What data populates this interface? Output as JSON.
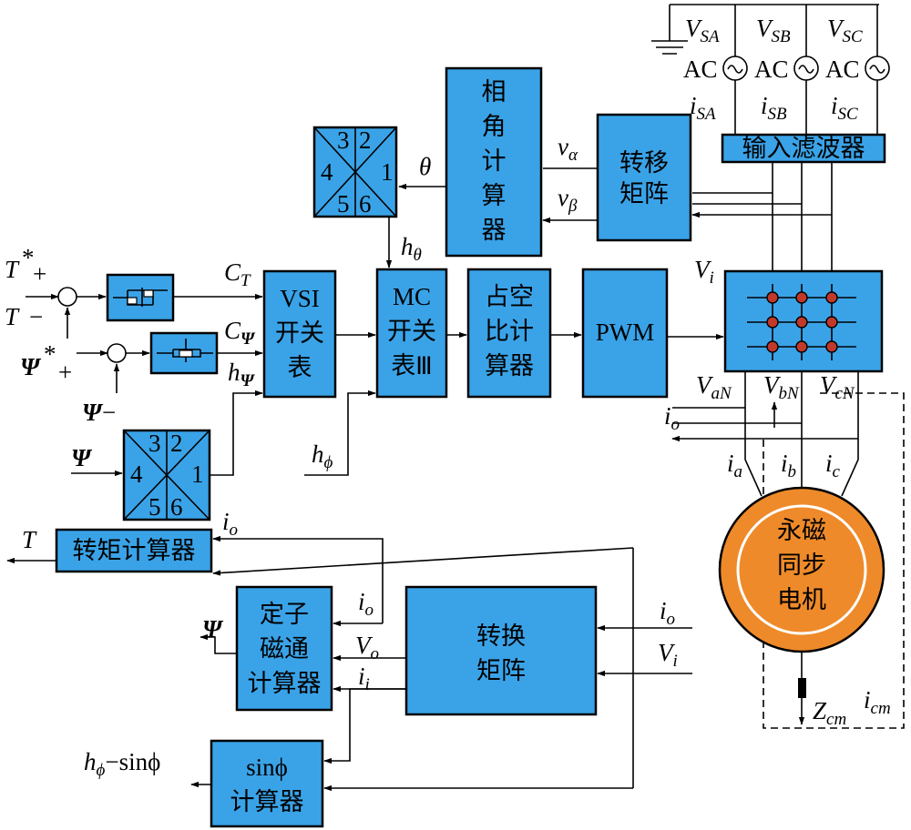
{
  "blocks": {
    "phase_calc": [
      "相",
      "角",
      "计",
      "算",
      "器"
    ],
    "transfer_matrix": [
      "转移",
      "矩阵"
    ],
    "input_filter": "输入滤波器",
    "vsi_switch_table": [
      "VSI",
      "开关",
      "表"
    ],
    "mc_switch_table": [
      "MC",
      "开关",
      "表Ⅲ"
    ],
    "duty_calc": [
      "占空",
      "比计",
      "算器"
    ],
    "pwm": "PWM",
    "torque_calc": "转矩计算器",
    "flux_calc": [
      "定子",
      "磁通",
      "计算器"
    ],
    "conversion_matrix": [
      "转换",
      "矩阵"
    ],
    "sin_calc": [
      "sinϕ",
      "计算器"
    ],
    "motor": [
      "永磁",
      "同步",
      "电机"
    ]
  },
  "sector_labels": [
    "3",
    "2",
    "4",
    "1",
    "5",
    "6"
  ],
  "sources": {
    "ac": "AC",
    "voltages": [
      {
        "main": "V",
        "sub": "SA"
      },
      {
        "main": "V",
        "sub": "SB"
      },
      {
        "main": "V",
        "sub": "SC"
      }
    ],
    "currents": [
      {
        "main": "i",
        "sub": "SA"
      },
      {
        "main": "i",
        "sub": "SB"
      },
      {
        "main": "i",
        "sub": "SC"
      }
    ]
  },
  "signals": {
    "theta": "θ",
    "h_theta": {
      "main": "h",
      "sub": "θ"
    },
    "v_alpha": {
      "main": "v",
      "sub": "α"
    },
    "v_beta": {
      "main": "v",
      "sub": "β"
    },
    "t_ref": "T",
    "t_star": "*",
    "t_minus": "T",
    "plus": "+",
    "minus": "−",
    "psi": "Ψ",
    "c_t": {
      "main": "C",
      "sub": "T"
    },
    "c_psi": {
      "main": "C",
      "sub": "Ψ"
    },
    "h_psi": {
      "main": "h",
      "sub": "Ψ"
    },
    "h_phi": {
      "main": "h",
      "sub": "ϕ"
    },
    "v_i": {
      "main": "V",
      "sub": "i"
    },
    "v_an": {
      "main": "V",
      "sub": "aN"
    },
    "v_bn": {
      "main": "V",
      "sub": "bN"
    },
    "v_cn": {
      "main": "V",
      "sub": "cN"
    },
    "i_o": {
      "main": "i",
      "sub": "o"
    },
    "i_a": {
      "main": "i",
      "sub": "a"
    },
    "i_b": {
      "main": "i",
      "sub": "b"
    },
    "i_c": {
      "main": "i",
      "sub": "c"
    },
    "v_o": {
      "main": "V",
      "sub": "o"
    },
    "i_i": {
      "main": "i",
      "sub": "i"
    },
    "z_cm": {
      "main": "Z",
      "sub": "cm"
    },
    "i_cm": {
      "main": "i",
      "sub": "cm"
    },
    "t_out": "T",
    "h_phi_sin": "−sinϕ"
  },
  "colors": {
    "block": "#3aa3e8",
    "motor": "#ee8a2a",
    "switch_node": "#c0392b"
  }
}
